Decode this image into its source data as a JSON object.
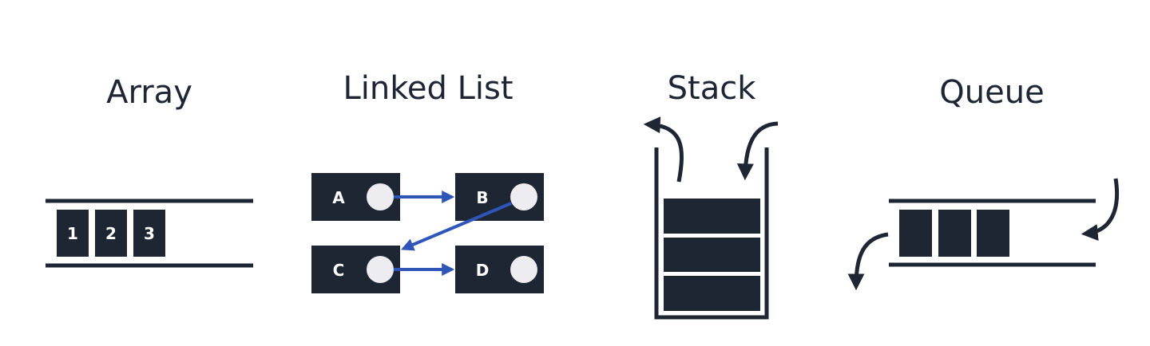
{
  "colors": {
    "ink": "#1e2533",
    "pointer_circle": "#ececf1",
    "link_arrow": "#2f55b8",
    "background": "#ffffff"
  },
  "titles": {
    "array": "Array",
    "linked_list": "Linked List",
    "stack": "Stack",
    "queue": "Queue"
  },
  "array": {
    "elements": [
      "1",
      "2",
      "3"
    ]
  },
  "linked_list": {
    "nodes": [
      "A",
      "B",
      "C",
      "D"
    ],
    "links": [
      [
        "A",
        "B"
      ],
      [
        "B",
        "C"
      ],
      [
        "C",
        "D"
      ]
    ]
  },
  "stack": {
    "item_count": 3,
    "icons": [
      "pop-arrow-icon",
      "push-arrow-icon"
    ]
  },
  "queue": {
    "item_count": 3,
    "icons": [
      "enqueue-arrow-icon",
      "dequeue-arrow-icon"
    ]
  }
}
